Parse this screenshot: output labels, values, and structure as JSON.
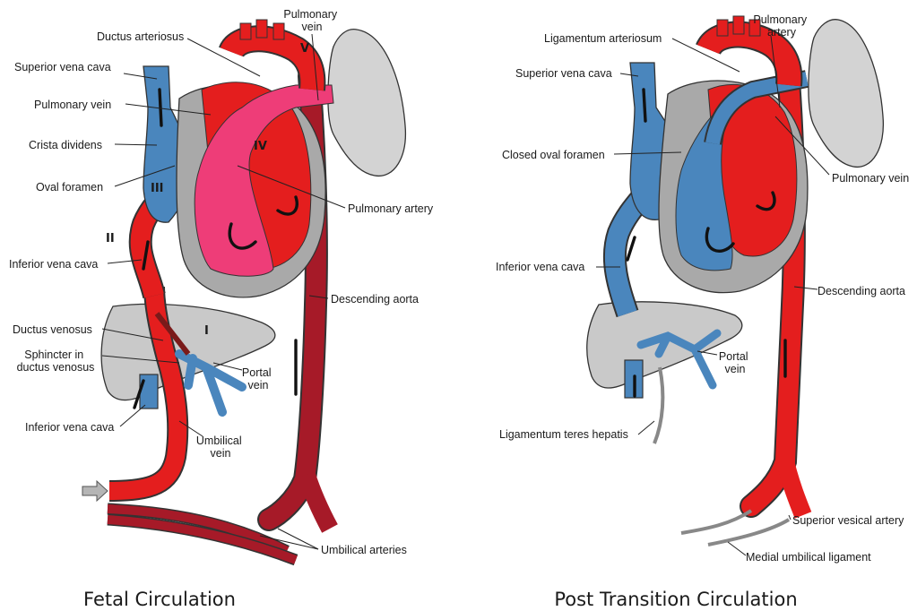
{
  "colors": {
    "oxygenated": "#e41e1e",
    "deoxygenated": "#4a86bd",
    "mixed": "#ee3d78",
    "umbilical_artery": "#a61a28",
    "lung": "#d3d3d3",
    "liver": "#c9c9c9",
    "heart_wall": "#a9a9a9"
  },
  "fetal": {
    "caption": "Fetal Circulation",
    "labels": {
      "pulmonary_vein_top": [
        "Pulmonary",
        "vein"
      ],
      "ductus_arteriosus": "Ductus arteriosus",
      "superior_vena_cava": "Superior vena cava",
      "pulmonary_vein_left": "Pulmonary vein",
      "crista_dividens": "Crista dividens",
      "oval_foramen": "Oval foramen",
      "pulmonary_artery": "Pulmonary artery",
      "inferior_vena_cava_upper": "Inferior vena cava",
      "descending_aorta": "Descending aorta",
      "ductus_venosus": "Ductus venosus",
      "sphincter": [
        "Sphincter in",
        "ductus venosus"
      ],
      "portal_vein": [
        "Portal",
        "vein"
      ],
      "inferior_vena_cava_lower": "Inferior vena cava",
      "umbilical_vein": [
        "Umbilical",
        "vein"
      ],
      "umbilical_arteries": "Umbilical arteries"
    },
    "markers": {
      "I": "I",
      "II": "II",
      "III": "III",
      "IV": "IV",
      "V": "V"
    }
  },
  "post": {
    "caption": "Post Transition Circulation",
    "labels": {
      "pulmonary_artery": [
        "Pulmonary",
        "artery"
      ],
      "ligamentum_arteriosum": "Ligamentum arteriosum",
      "superior_vena_cava": "Superior vena cava",
      "closed_oval_foramen": "Closed oval foramen",
      "pulmonary_vein": "Pulmonary vein",
      "inferior_vena_cava": "Inferior vena cava",
      "descending_aorta": "Descending aorta",
      "portal_vein": [
        "Portal",
        "vein"
      ],
      "ligamentum_teres": "Ligamentum teres hepatis",
      "superior_vesical_artery": "Superior vesical artery",
      "medial_umbilical_ligament": "Medial umbilical ligament"
    }
  }
}
